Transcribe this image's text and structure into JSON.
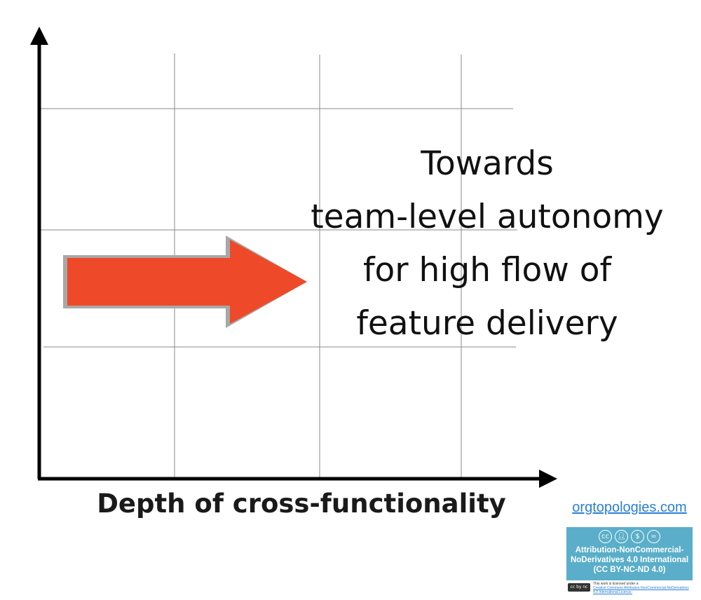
{
  "diagram": {
    "callout_lines": [
      "Towards",
      "team-level autonomy",
      "for high flow of",
      "feature delivery"
    ],
    "x_axis_label": "Depth of cross-functionality",
    "arrow_color": "#ee4a2a"
  },
  "footer": {
    "website": "orgtopologies.com",
    "license": {
      "title": "Attribution-NonCommercial-NoDerivatives 4.0 International (CC BY-NC-ND 4.0)",
      "notice_text": "This work is licensed under a",
      "notice_link": "Creative Commons Attribution-NonCommercial-NoDerivatives 4.0 International License.",
      "icons": [
        "cc-icon",
        "by-person-icon",
        "nc-dollar-icon",
        "nd-equals-icon"
      ],
      "badge_color": "#5aaec9"
    }
  }
}
